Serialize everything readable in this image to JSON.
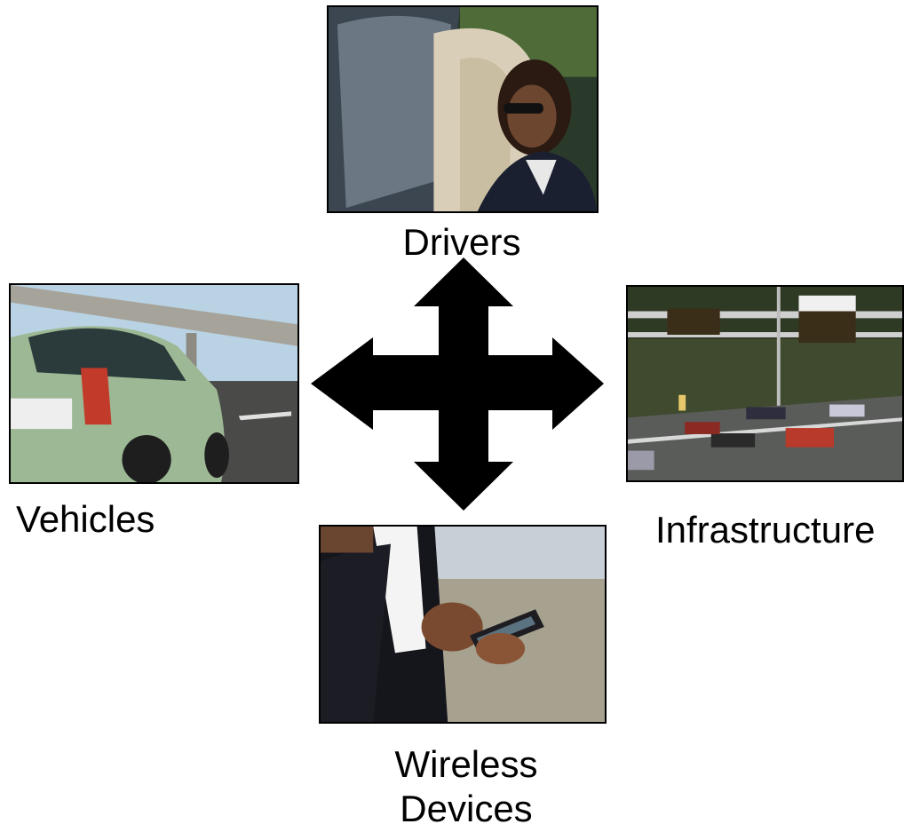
{
  "nodes": {
    "drivers": {
      "label": "Drivers",
      "image": "woman-driving-convertible-photo"
    },
    "vehicles": {
      "label": "Vehicles",
      "image": "green-hybrid-car-on-highway-photo"
    },
    "infrastructure": {
      "label": "Infrastructure",
      "image": "highway-overhead-message-signs-photo"
    },
    "wireless": {
      "label_line1": "Wireless",
      "label_line2": "Devices",
      "image": "woman-using-handheld-device-photo"
    }
  },
  "connector": {
    "shape": "four-way-arrow",
    "color": "#000000"
  }
}
